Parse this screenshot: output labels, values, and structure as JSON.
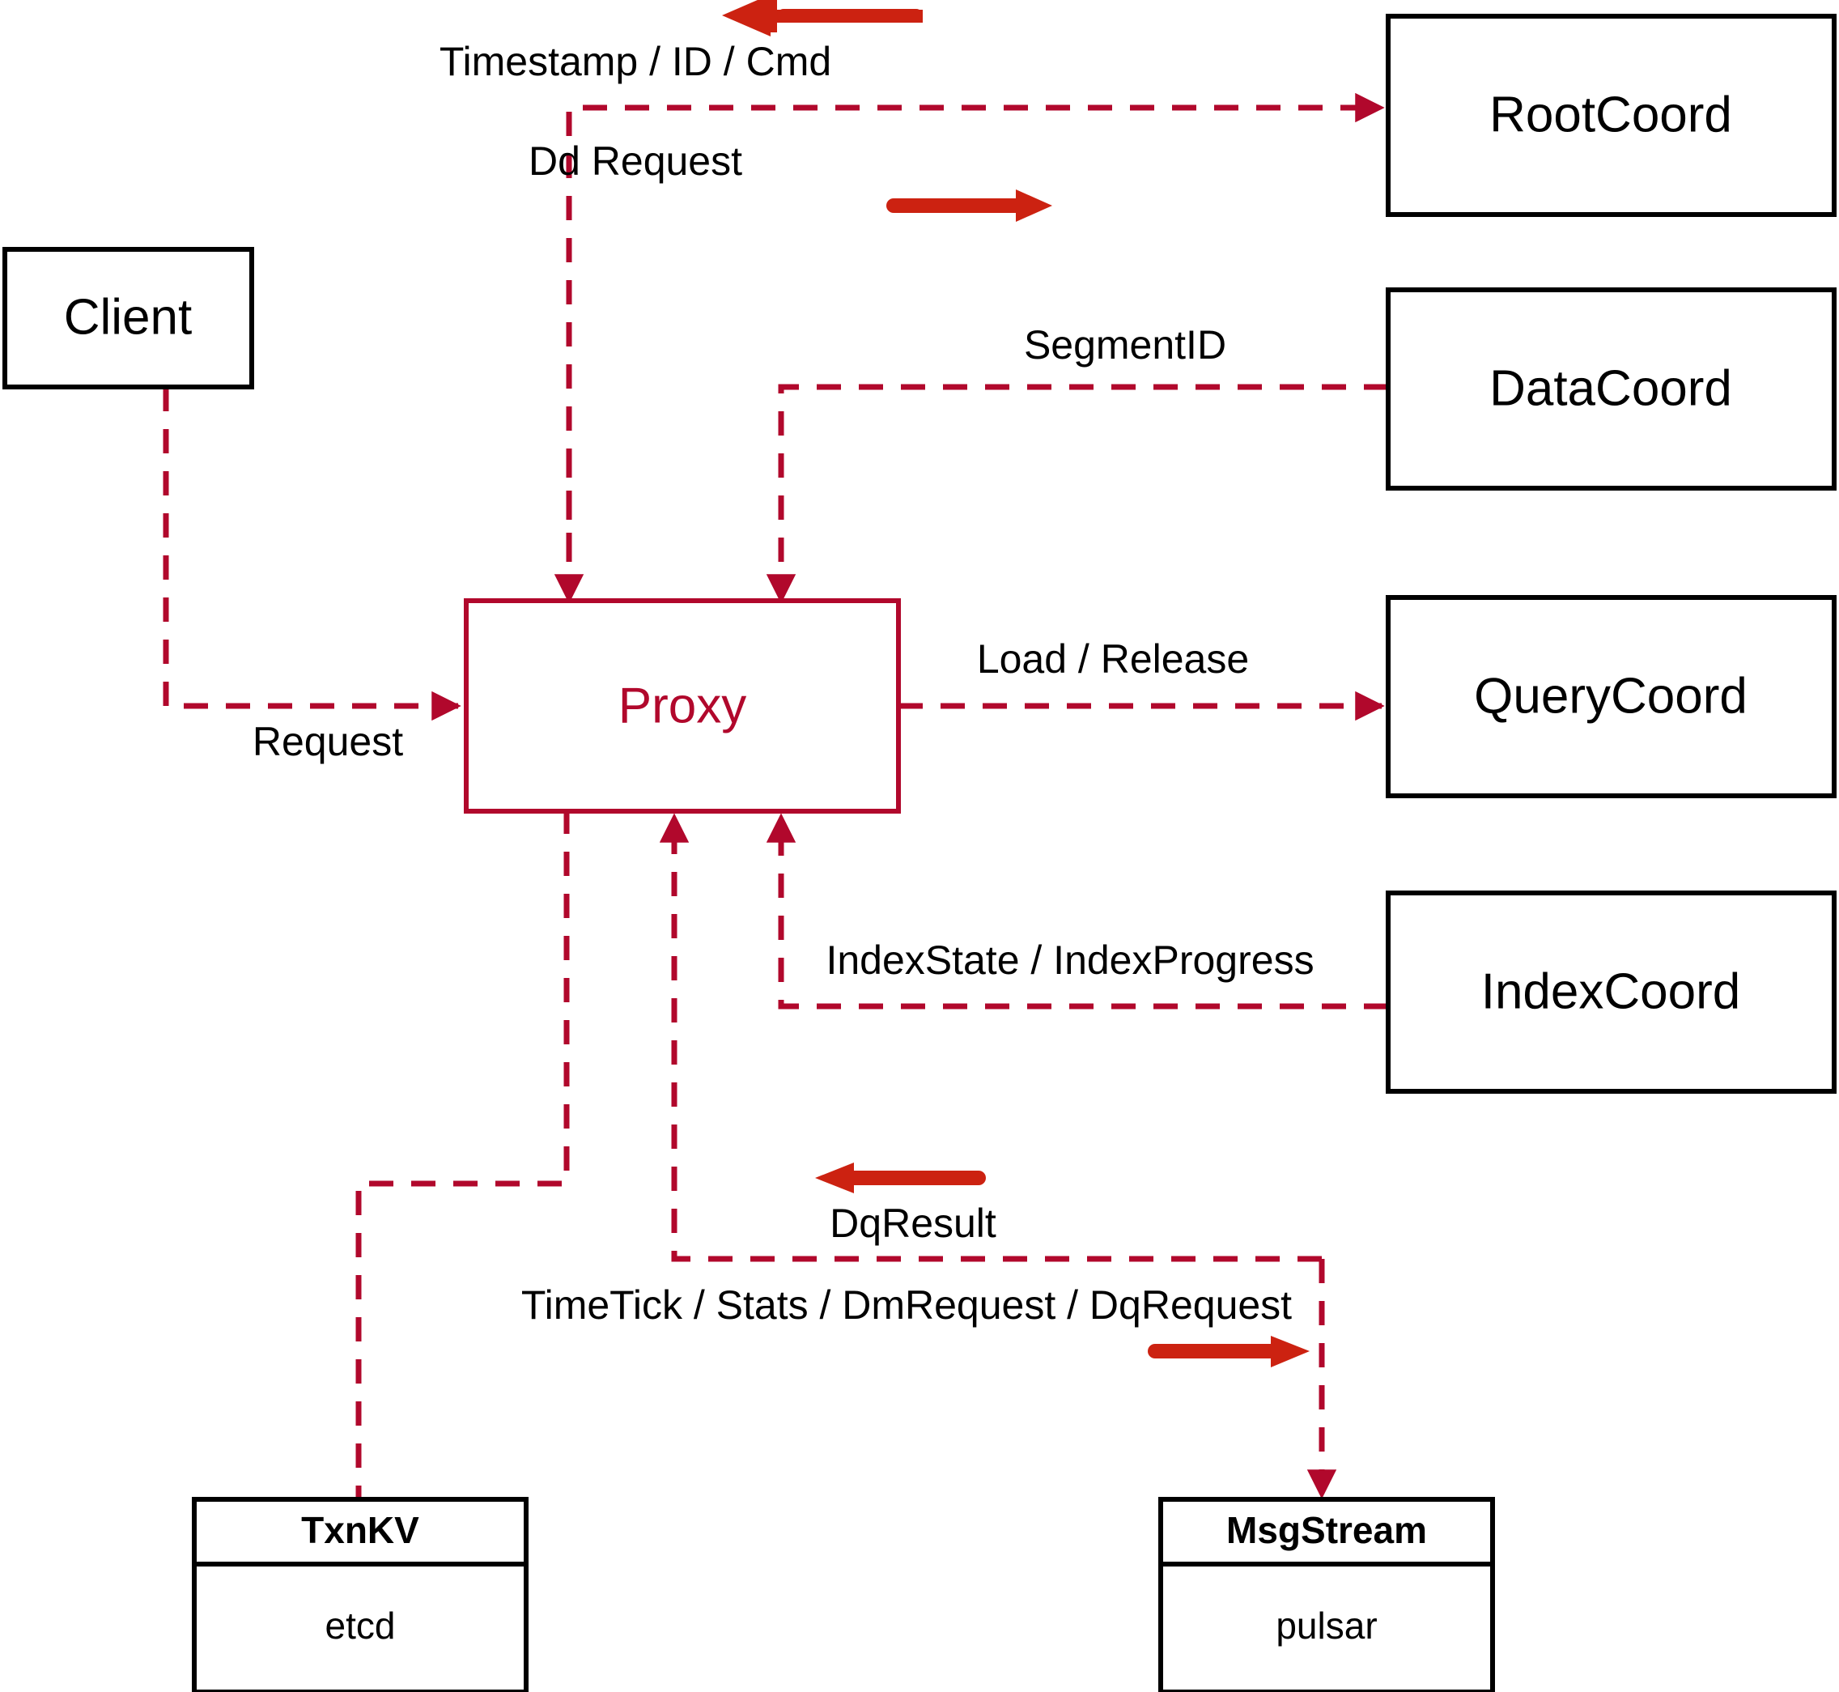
{
  "diagram": {
    "title": "Milvus Proxy component interaction diagram",
    "accent_color": "#B1082C",
    "arrow_color": "#CC2211",
    "node_color": "#000000",
    "background": "#FFFFFF"
  },
  "nodes": {
    "client": {
      "label": "Client"
    },
    "proxy": {
      "label": "Proxy"
    },
    "root_coord": {
      "label": "RootCoord"
    },
    "data_coord": {
      "label": "DataCoord"
    },
    "query_coord": {
      "label": "QueryCoord"
    },
    "index_coord": {
      "label": "IndexCoord"
    },
    "txnkv": {
      "title": "TxnKV",
      "impl": "etcd"
    },
    "msgstream": {
      "title": "MsgStream",
      "impl": "pulsar"
    }
  },
  "edges": {
    "client_to_proxy": {
      "label": "Request"
    },
    "rootcoord_response": {
      "label": "Timestamp / ID / Cmd"
    },
    "rootcoord_request": {
      "label": "Dd Request"
    },
    "datacoord": {
      "label": "SegmentID"
    },
    "querycoord": {
      "label": "Load / Release"
    },
    "indexcoord": {
      "label": "IndexState / IndexProgress"
    },
    "msgstream_result": {
      "label": "DqResult"
    },
    "msgstream_request": {
      "label": "TimeTick / Stats / DmRequest / DqRequest"
    }
  },
  "direction_markers": {
    "timestamp_arrow": "arrow-left-icon",
    "dd_request_arrow": "arrow-right-icon",
    "dqresult_arrow": "arrow-left-icon",
    "dqrequest_arrow": "arrow-right-icon"
  }
}
